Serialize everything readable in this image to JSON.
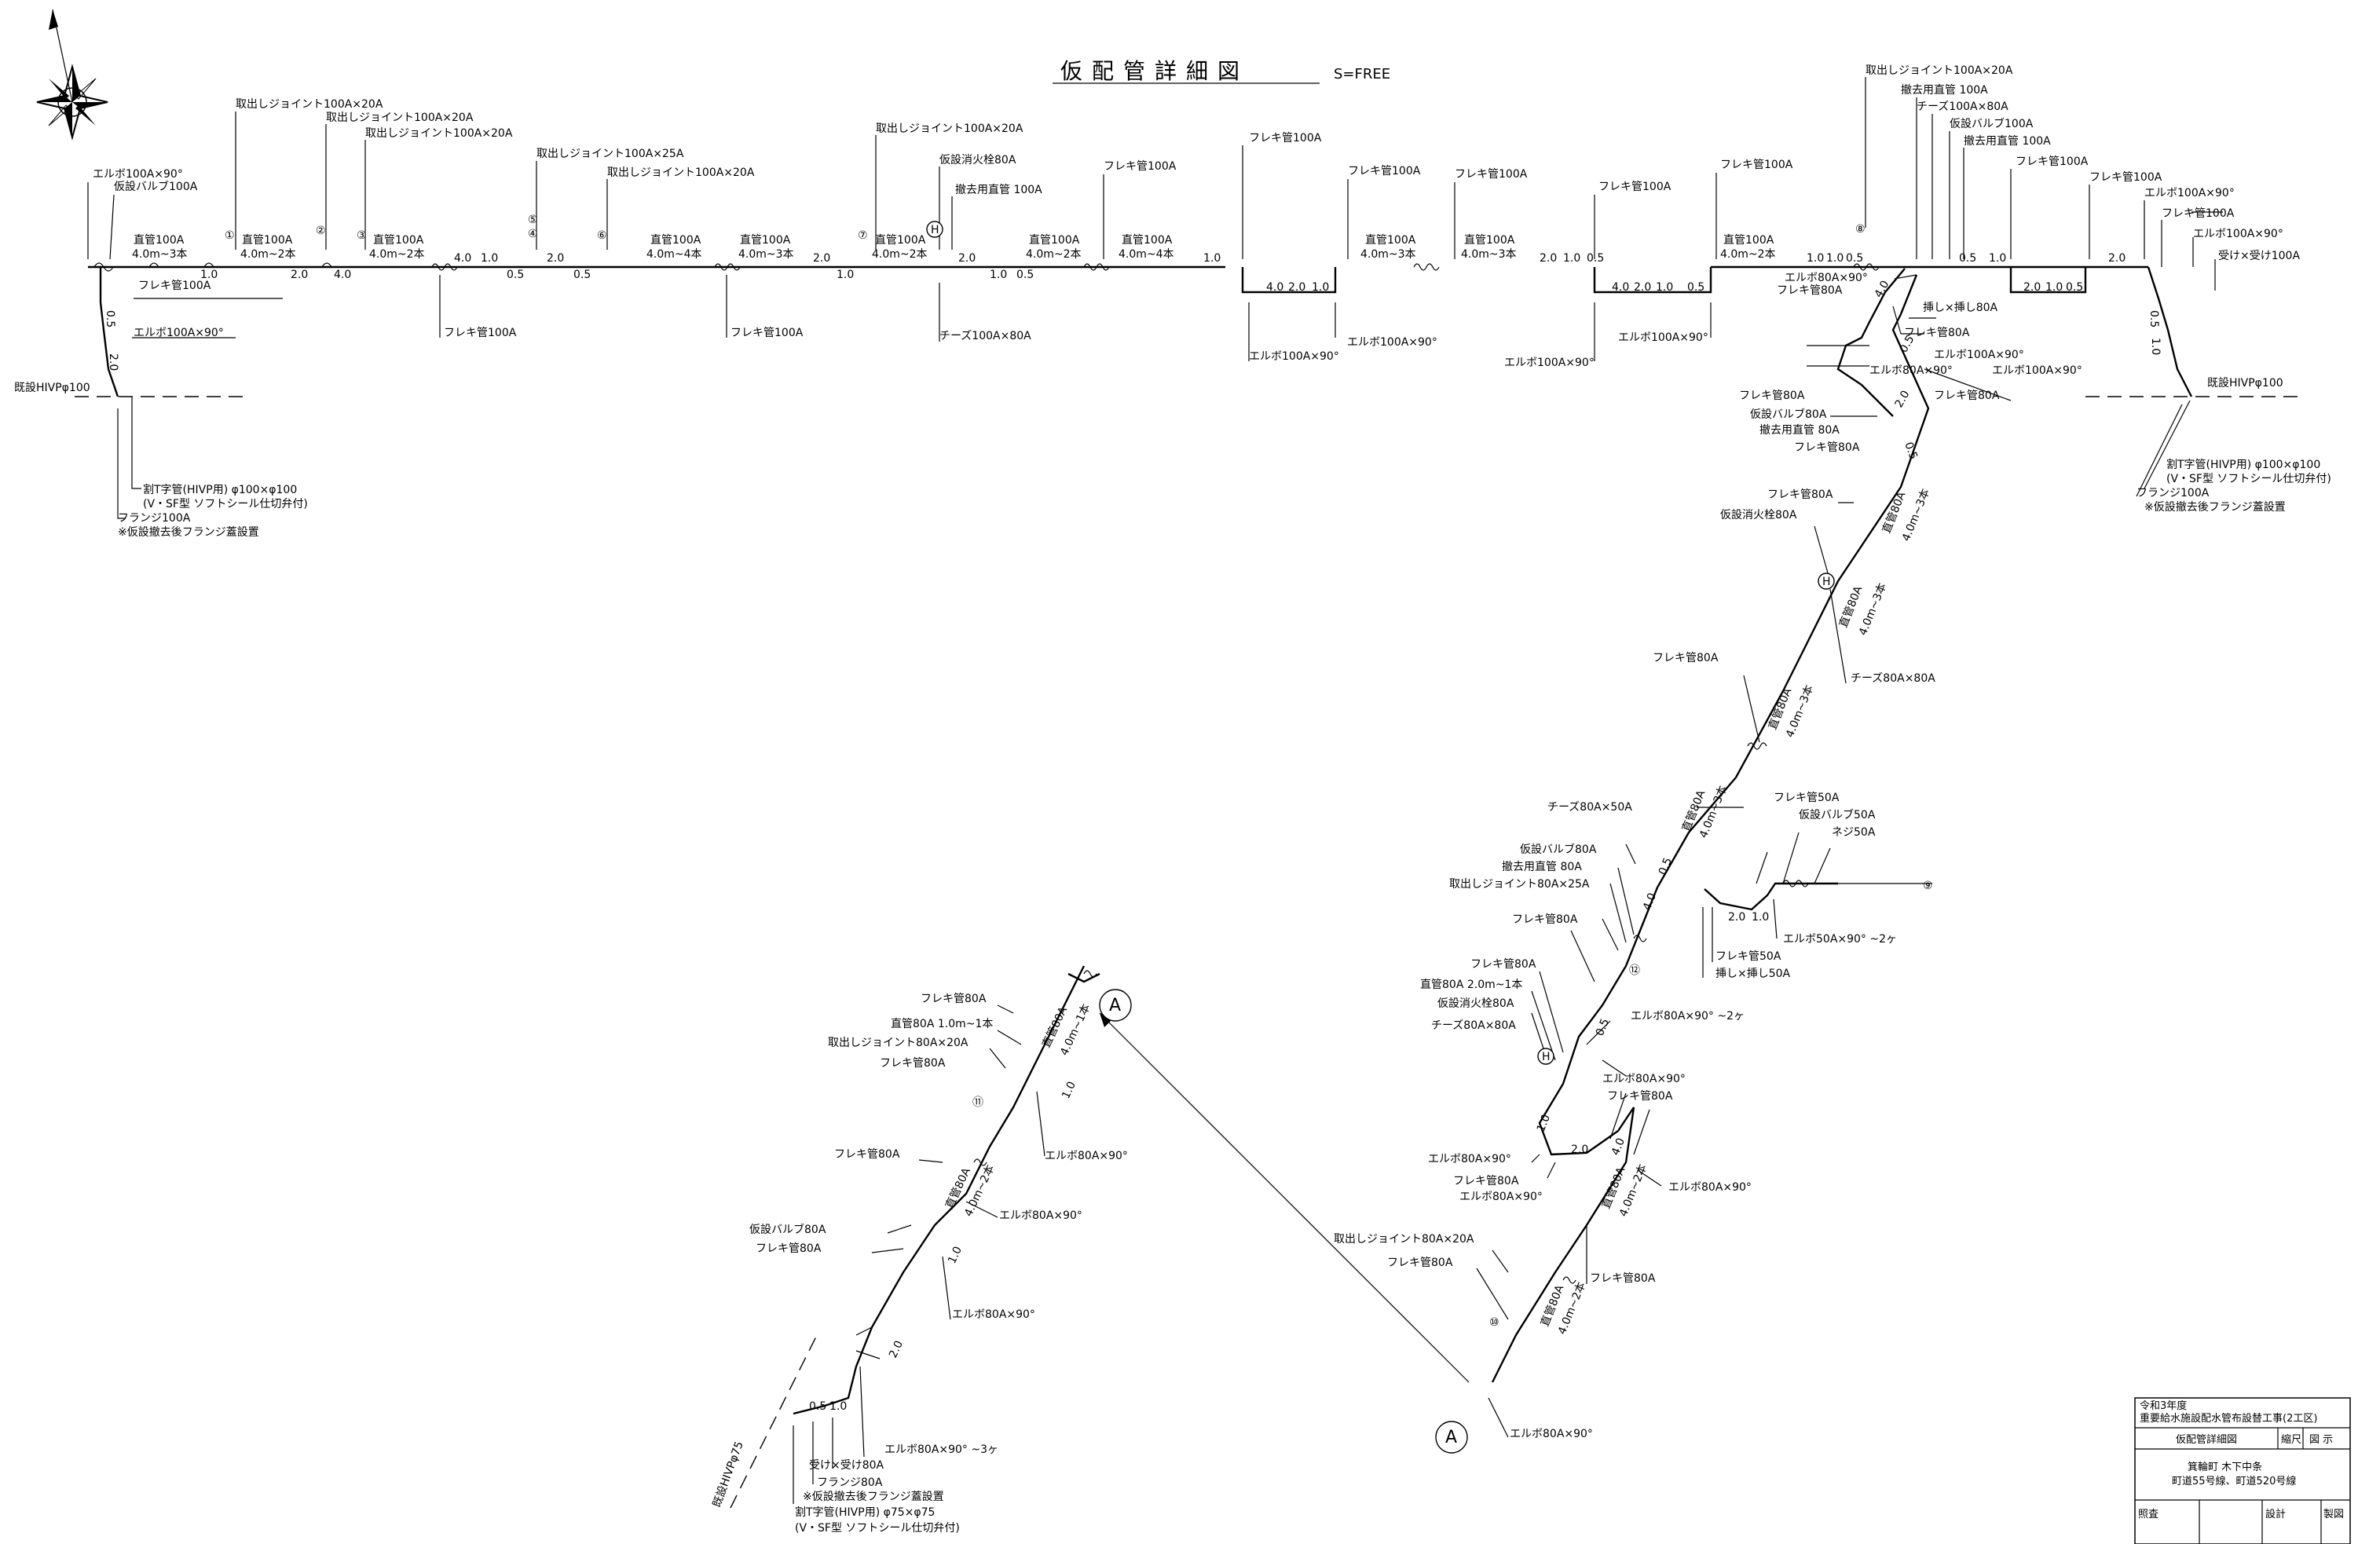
{
  "title": "仮配管詳細図",
  "scale": "S=FREE",
  "colors": {
    "line": "#000000",
    "background": "#ffffff"
  },
  "icons": {
    "north_arrow": "compass-rose-icon"
  },
  "labels": {
    "l1": "エルボ100A×90°",
    "l2": "仮設バルブ100A",
    "l3": "取出しジョイント100A×20A",
    "l4": "取出しジョイント100A×20A",
    "l5": "取出しジョイント100A×20A",
    "l6": "取出しジョイント100A×25A",
    "l7": "取出しジョイント100A×20A",
    "l8": "取出しジョイント100A×20A",
    "l9": "仮設消火栓80A",
    "l10": "撤去用直管 100A",
    "l11": "フレキ管100A",
    "l12": "フレキ管100A",
    "l13": "フレキ管100A",
    "l14": "フレキ管100A",
    "l15": "フレキ管100A",
    "l16": "フレキ管100A",
    "l17": "フレキ管100A",
    "l18": "フレキ管100A",
    "l19": "フレキ管100A",
    "l20": "チーズ100A×80A",
    "l21": "エルボ100A×90°",
    "l22": "エルボ100A×90°",
    "l23": "エルボ100A×90°",
    "l24": "エルボ100A×90°",
    "l25": "エルボ100A×90°",
    "l26": "既設HIVPφ100",
    "l27": "割T字管(HIVP用) φ100×φ100",
    "l28": "(V・SF型 ソフトシール仕切弁付)",
    "l29": "フランジ100A",
    "l30": "※仮設撤去後フランジ蓋設置",
    "l31": "取出しジョイント100A×20A",
    "l32": "撤去用直管 100A",
    "l33": "チーズ100A×80A",
    "l34": "仮設バルブ100A",
    "l35": "撤去用直管 100A",
    "l36": "フレキ管100A",
    "l37": "フレキ管100A",
    "l38": "エルボ100A×90°",
    "l39": "フレキ管100A",
    "l40": "エルボ100A×90°",
    "l41": "受け×受け100A",
    "l42": "既設HIVPφ100",
    "l43": "割T字管(HIVP用) φ100×φ100",
    "l44": "(V・SF型 ソフトシール仕切弁付)",
    "l45": "フランジ100A",
    "l46": "※仮設撤去後フランジ蓋設置",
    "l47": "エルボ80A×90°",
    "l48": "フレキ管80A",
    "l49": "挿し×挿し80A",
    "l50": "フレキ管80A",
    "l51": "エルボ100A×90°",
    "l52": "エルボ80A×90°",
    "l53": "エルボ100A×90°",
    "l54": "フレキ管80A",
    "l55": "仮設バルブ80A",
    "l56": "撤去用直管 80A",
    "l57": "フレキ管80A",
    "l58": "フレキ管80A",
    "l59": "フレキ管80A",
    "l60": "仮設消火栓80A",
    "l61": "チーズ80A×80A",
    "l62": "フレキ管80A",
    "l63": "チーズ80A×50A",
    "l64": "フレキ管50A",
    "l65": "仮設バルブ50A",
    "l66": "ネジ50A",
    "l67": "仮設バルブ80A",
    "l68": "撤去用直管 80A",
    "l69": "取出しジョイント80A×25A",
    "l70": "フレキ管80A",
    "l71": "エルボ50A×90° ~2ヶ",
    "l72": "フレキ管50A",
    "l73": "挿し×挿し50A",
    "l74": "フレキ管80A",
    "l75": "直管80A 2.0m~1本",
    "l76": "仮設消火栓80A",
    "l77": "チーズ80A×80A",
    "l78": "エルボ80A×90° ~2ヶ",
    "l79": "エルボ80A×90°",
    "l80": "フレキ管80A",
    "l81": "エルボ80A×90°",
    "l82": "フレキ管80A",
    "l83": "エルボ80A×90°",
    "l84": "エルボ80A×90°",
    "l85": "取出しジョイント80A×20A",
    "l86": "フレキ管80A",
    "l87": "フレキ管80A",
    "l88": "エルボ80A×90°",
    "l89": "フレキ管80A",
    "l90": "直管80A 1.0m~1本",
    "l91": "取出しジョイント80A×20A",
    "l92": "フレキ管80A",
    "l93": "エルボ80A×90°",
    "l94": "フレキ管80A",
    "l95": "エルボ80A×90°",
    "l96": "仮設バルブ80A",
    "l97": "フレキ管80A",
    "l98": "エルボ80A×90°",
    "l99": "エルボ80A×90° ~3ヶ",
    "l100": "受け×受け80A",
    "l101": "フランジ80A",
    "l102": "※仮設撤去後フランジ蓋設置",
    "l103": "割T字管(HIVP用) φ75×φ75",
    "l104": "(V・SF型 ソフトシール仕切弁付)",
    "l105": "既設HIVPφ75",
    "l106": "直管100A",
    "l107": "4.0m~3本",
    "l108": "直管100A",
    "l109": "4.0m~2本",
    "l110": "直管100A",
    "l111": "4.0m~2本",
    "l112": "直管100A",
    "l113": "4.0m~4本",
    "l114": "直管100A",
    "l115": "4.0m~3本",
    "l116": "直管100A",
    "l117": "4.0m~2本",
    "l118": "直管100A",
    "l119": "4.0m~2本",
    "l120": "直管100A",
    "l121": "4.0m~4本",
    "l122": "直管100A",
    "l123": "4.0m~3本",
    "l124": "直管100A",
    "l125": "4.0m~3本",
    "l126": "直管100A",
    "l127": "4.0m~2本",
    "l128": "直管80A",
    "l129": "4.0m~3本",
    "l130": "直管80A",
    "l131": "4.0m~3本",
    "l132": "直管80A",
    "l133": "4.0m~3本",
    "l134": "直管80A",
    "l135": "4.0m~3本",
    "l136": "直管80A",
    "l137": "4.0m~2本",
    "l138": "直管80A",
    "l139": "4.0m~2本",
    "l140": "直管80A",
    "l141": "4.0m~1本",
    "l142": "直管80A",
    "l143": "4.0m~2本"
  },
  "dims": {
    "d1": "1.0",
    "d2": "2.0",
    "d3": "4.0",
    "d4": "4.0",
    "d5": "1.0",
    "d6": "0.5",
    "d7": "2.0",
    "d8": "0.5",
    "d9": "2.0",
    "d10": "1.0",
    "d11": "2.0",
    "d12": "1.0",
    "d13": "0.5",
    "d14": "1.0",
    "d15": "4.0",
    "d16": "2.0",
    "d17": "1.0",
    "d18": "4.0",
    "d19": "2.0",
    "d20": "1.0",
    "d21": "0.5",
    "d22": "2.0",
    "d23": "1.0",
    "d24": "0.5",
    "d25": "1.0",
    "d26": "1.0",
    "d27": "0.5",
    "d28": "0.5",
    "d29": "1.0",
    "d30": "2.0",
    "d31": "1.0",
    "d32": "0.5",
    "d33": "2.0",
    "d34": "0.5",
    "d35": "1.0",
    "d36": "0.5",
    "d37": "2.0",
    "d38": "0.5",
    "d39": "2.0",
    "d40": "4.0",
    "d41": "0.5",
    "d42": "0.5",
    "d43": "4.0",
    "d44": "2.0",
    "d45": "1.0",
    "d46": "0.5",
    "d47": "1.0",
    "d48": "2.0",
    "d49": "4.0",
    "d50": "1.0",
    "d51": "1.0",
    "d52": "2.0",
    "d53": "1.0",
    "d54": "0.5"
  },
  "markers": {
    "m1": "①",
    "m2": "②",
    "m3": "③",
    "m4": "④",
    "m5": "⑤",
    "m6": "⑥",
    "m7": "⑦",
    "m8": "⑧",
    "m9": "⑨",
    "m10": "⑩",
    "m11": "⑪",
    "m12": "⑫",
    "h1": "H",
    "h2": "H",
    "h3": "H",
    "ma": "A",
    "mb": "A"
  },
  "title_block": {
    "year": "令和3年度",
    "project": "重要給水施設配水管布設替工事(2工区)",
    "drawing_name": "仮配管詳細図",
    "scale_label": "縮尺",
    "scale_value": "図 示",
    "location1": "箕輪町 木下中条",
    "location2": "町道55号線、町道520号線",
    "check1": "照査",
    "check2": "設計",
    "check3": "製図"
  }
}
